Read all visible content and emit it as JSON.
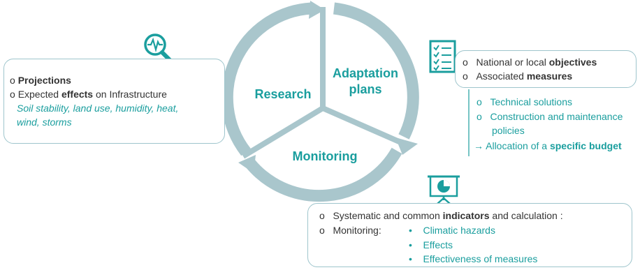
{
  "cycle": {
    "research": "Research",
    "adaptation_line1": "Adaptation",
    "adaptation_line2": "plans",
    "monitoring": "Monitoring"
  },
  "research_box": {
    "bullet1": "Projections",
    "bullet2_pre": "Expected ",
    "bullet2_bold": "effects",
    "bullet2_post": " on Infrastructure",
    "examples_line1": "Soil stability, land use, humidity, heat,",
    "examples_line2": "wind, storms",
    "icon": "magnifier-heartbeat-icon"
  },
  "adaptation_box": {
    "bullet1_pre": "National or local ",
    "bullet1_bold": "objectives",
    "bullet2_pre": "Associated ",
    "bullet2_bold": "measures",
    "icon": "checklist-icon"
  },
  "measures_list": {
    "item1": "Technical solutions",
    "item2_line1": "Construction and maintenance",
    "item2_line2": "policies",
    "item3_pre": "→ Allocation of a ",
    "item3_bold": "specific budget"
  },
  "monitoring_box": {
    "bullet1_pre": "Systematic and common ",
    "bullet1_bold": "indicators",
    "bullet1_post": " and calculation :",
    "bullet2": "Monitoring:",
    "sub1": "Climatic hazards",
    "sub2": "Effects",
    "sub3": "Effectiveness of measures",
    "icon": "presentation-chart-icon"
  },
  "colors": {
    "accent": "#1a9e9e",
    "ring": "#a9c6cc",
    "border": "#9ec5cc",
    "text": "#333333"
  }
}
